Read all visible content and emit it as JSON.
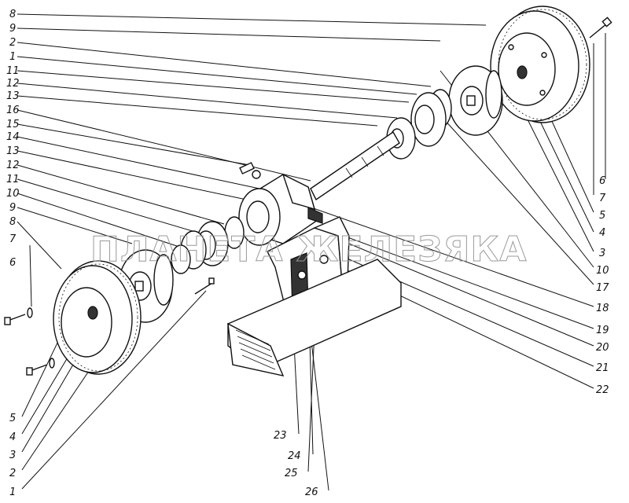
{
  "watermark": "ПЛАНЕТА ЖЕЛЕЗЯКА",
  "colors": {
    "ink": "#111111",
    "paper": "#ffffff",
    "watermark": "#9a9a9a"
  },
  "left_callouts": [
    "8",
    "9",
    "2",
    "1",
    "11",
    "12",
    "13",
    "16",
    "15",
    "14",
    "13",
    "12",
    "11",
    "10",
    "9",
    "8",
    "7",
    "6",
    "5",
    "4",
    "3",
    "2",
    "1"
  ],
  "right_callouts": [
    "6",
    "7",
    "5",
    "4",
    "3",
    "10",
    "17",
    "18",
    "19",
    "20",
    "21",
    "22"
  ],
  "bottom_callouts": [
    "23",
    "24",
    "25",
    "26"
  ]
}
